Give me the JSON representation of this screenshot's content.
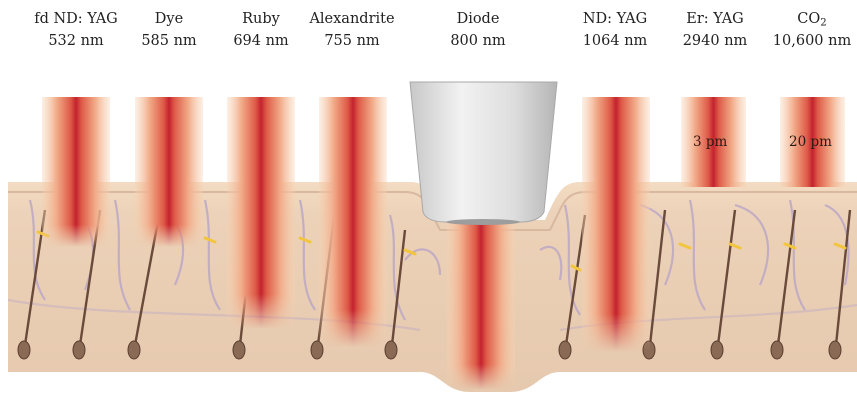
{
  "lasers": [
    {
      "name": "fd ND: YAG",
      "wavelength": "532 nm"
    },
    {
      "name": "Dye",
      "wavelength": "585 nm"
    },
    {
      "name": "Ruby",
      "wavelength": "694 nm"
    },
    {
      "name": "Alexandrite",
      "wavelength": "755 nm"
    },
    {
      "name": "Diode",
      "wavelength": "800 nm"
    },
    {
      "name": "ND: YAG",
      "wavelength": "1064 nm"
    },
    {
      "name": "Er: YAG",
      "wavelength": "2940 nm"
    },
    {
      "name": "CO",
      "subscript": "2",
      "wavelength": "10,600 nm"
    }
  ],
  "beam_labels": {
    "er_yag": "3 pm",
    "co2": "20 pm"
  },
  "colors": {
    "skin_surface": "#f2dcc4",
    "dermis": "#e9cfb7",
    "dermis_lines": "#b9a6c4",
    "hair": "#6a4a3a",
    "beam_core": "#c4222f",
    "beam_edge": "#f4b588",
    "pigment": "#f4c542",
    "handpiece": "#d9d9d9"
  }
}
